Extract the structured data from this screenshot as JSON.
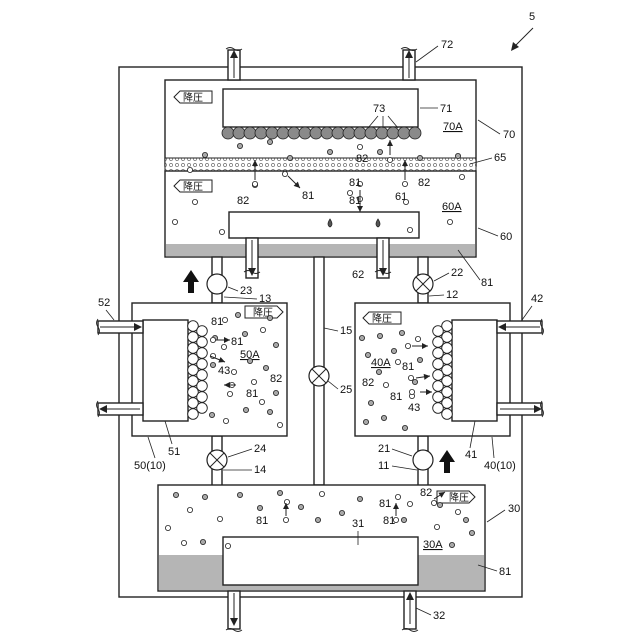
{
  "figure_number": "5",
  "units": {
    "u70": {
      "label": "70",
      "chamber": "70A"
    },
    "u60": {
      "label": "60",
      "chamber": "60A"
    },
    "u50": {
      "label": "50(10)",
      "chamber": "50A"
    },
    "u40": {
      "label": "40(10)",
      "chamber": "40A"
    },
    "u30": {
      "label": "30",
      "chamber": "30A"
    }
  },
  "pressure_tags": {
    "t70": "降圧",
    "t60": "降圧",
    "t50": "降圧",
    "t40": "降圧",
    "t30": "降圧"
  },
  "refs": {
    "r72": "72",
    "r71": "71",
    "r73": "73",
    "r65": "65",
    "r62": "62",
    "r22": "22",
    "r23": "23",
    "r13": "13",
    "r12": "12",
    "r52": "52",
    "r42": "42",
    "r15": "15",
    "r25": "25",
    "r43a": "43",
    "r43b": "43",
    "r51": "51",
    "r41": "41",
    "r24": "24",
    "r14": "14",
    "r21": "21",
    "r11": "11",
    "r31": "31",
    "r32": "32",
    "r61": "61"
  },
  "tokens": {
    "n81": "81",
    "n82": "82"
  }
}
